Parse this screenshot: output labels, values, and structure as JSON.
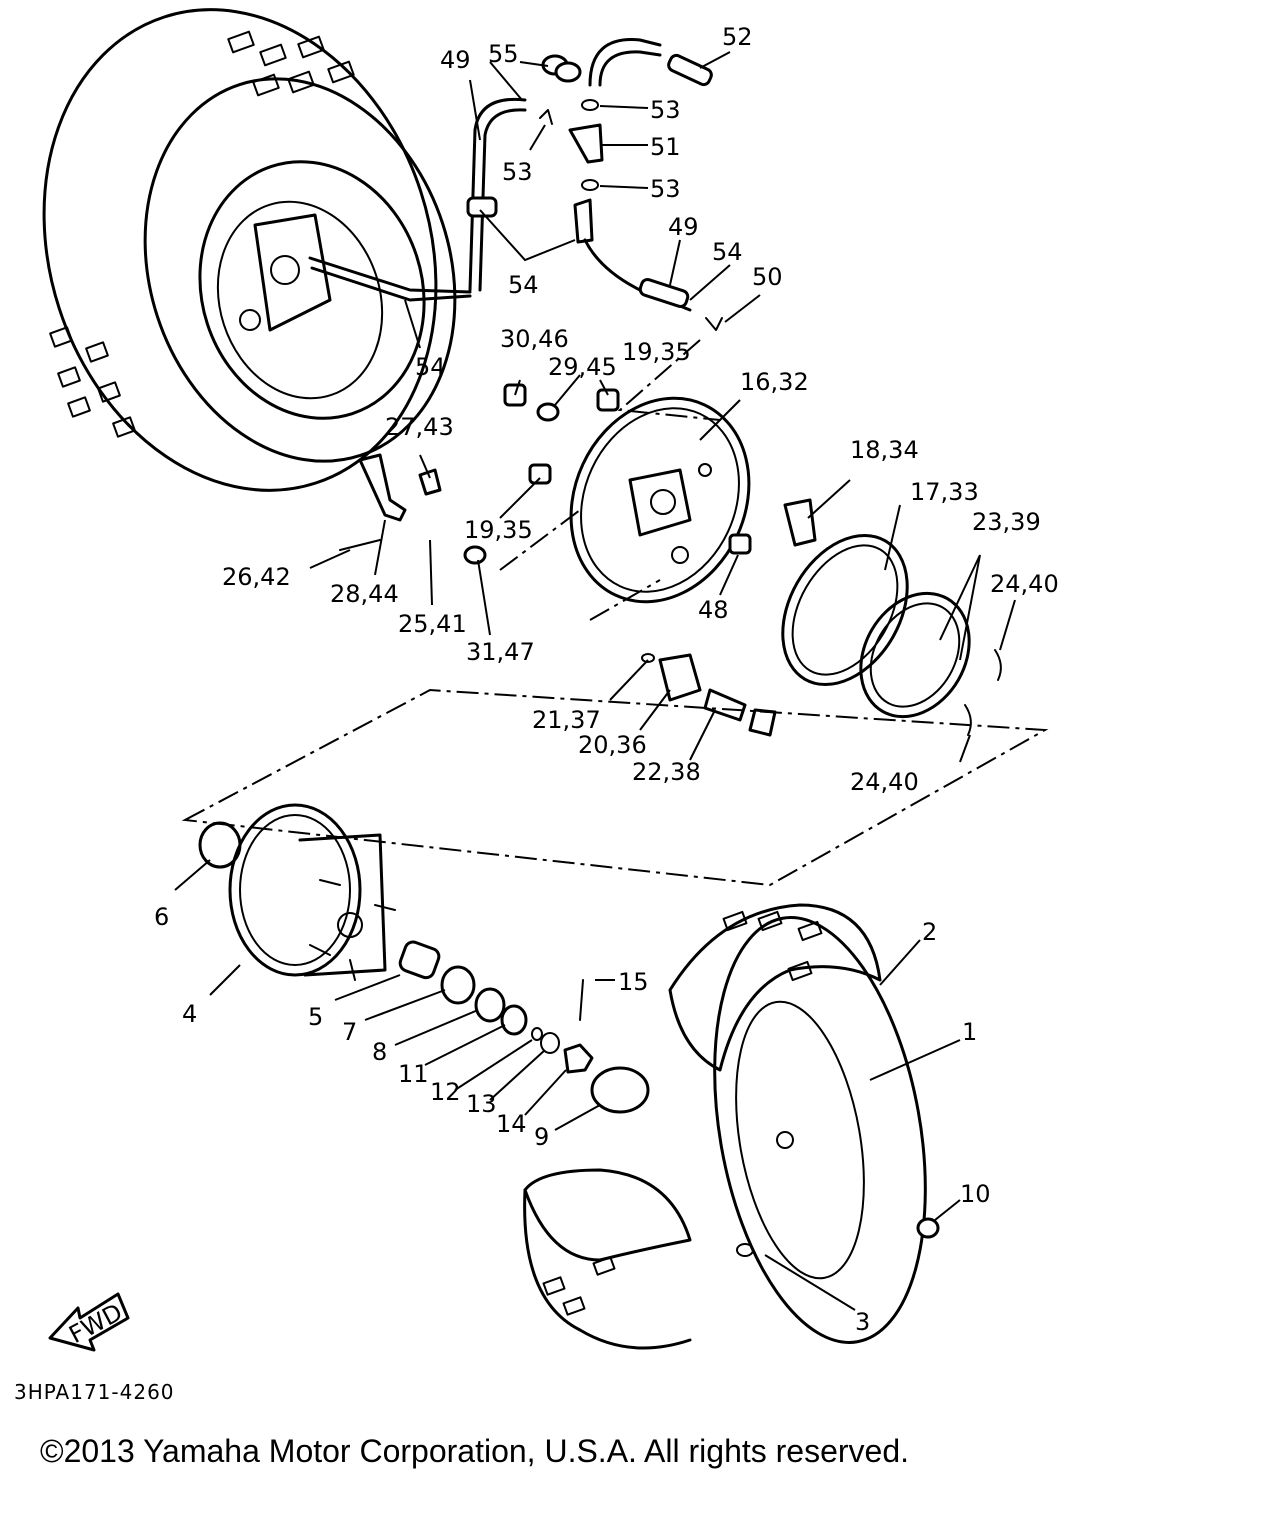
{
  "diagram": {
    "labels": {
      "p1": "1",
      "p2": "2",
      "p3": "3",
      "p4": "4",
      "p5": "5",
      "p6": "6",
      "p7": "7",
      "p8": "8",
      "p9": "9",
      "p10": "10",
      "p11": "11",
      "p12": "12",
      "p13": "13",
      "p14": "14",
      "p15": "15",
      "p16_32": "16,32",
      "p17_33": "17,33",
      "p18_34": "18,34",
      "p19_35a": "19,35",
      "p19_35b": "19,35",
      "p20_36": "20,36",
      "p21_37": "21,37",
      "p22_38": "22,38",
      "p23_39": "23,39",
      "p24_40a": "24,40",
      "p24_40b": "24,40",
      "p25_41": "25,41",
      "p26_42": "26,42",
      "p27_43": "27,43",
      "p28_44": "28,44",
      "p29_45": "29,45",
      "p30_46": "30,46",
      "p31_47": "31,47",
      "p48": "48",
      "p49a": "49",
      "p49b": "49",
      "p50": "50",
      "p51": "51",
      "p52": "52",
      "p53a": "53",
      "p53b": "53",
      "p53c": "53",
      "p54a": "54",
      "p54b": "54",
      "p54c": "54",
      "p55": "55",
      "fwd": "FWD"
    },
    "catalog_code": "3HPA171-4260"
  },
  "footer": {
    "copyright": "©2013 Yamaha Motor Corporation, U.S.A. All rights reserved."
  }
}
